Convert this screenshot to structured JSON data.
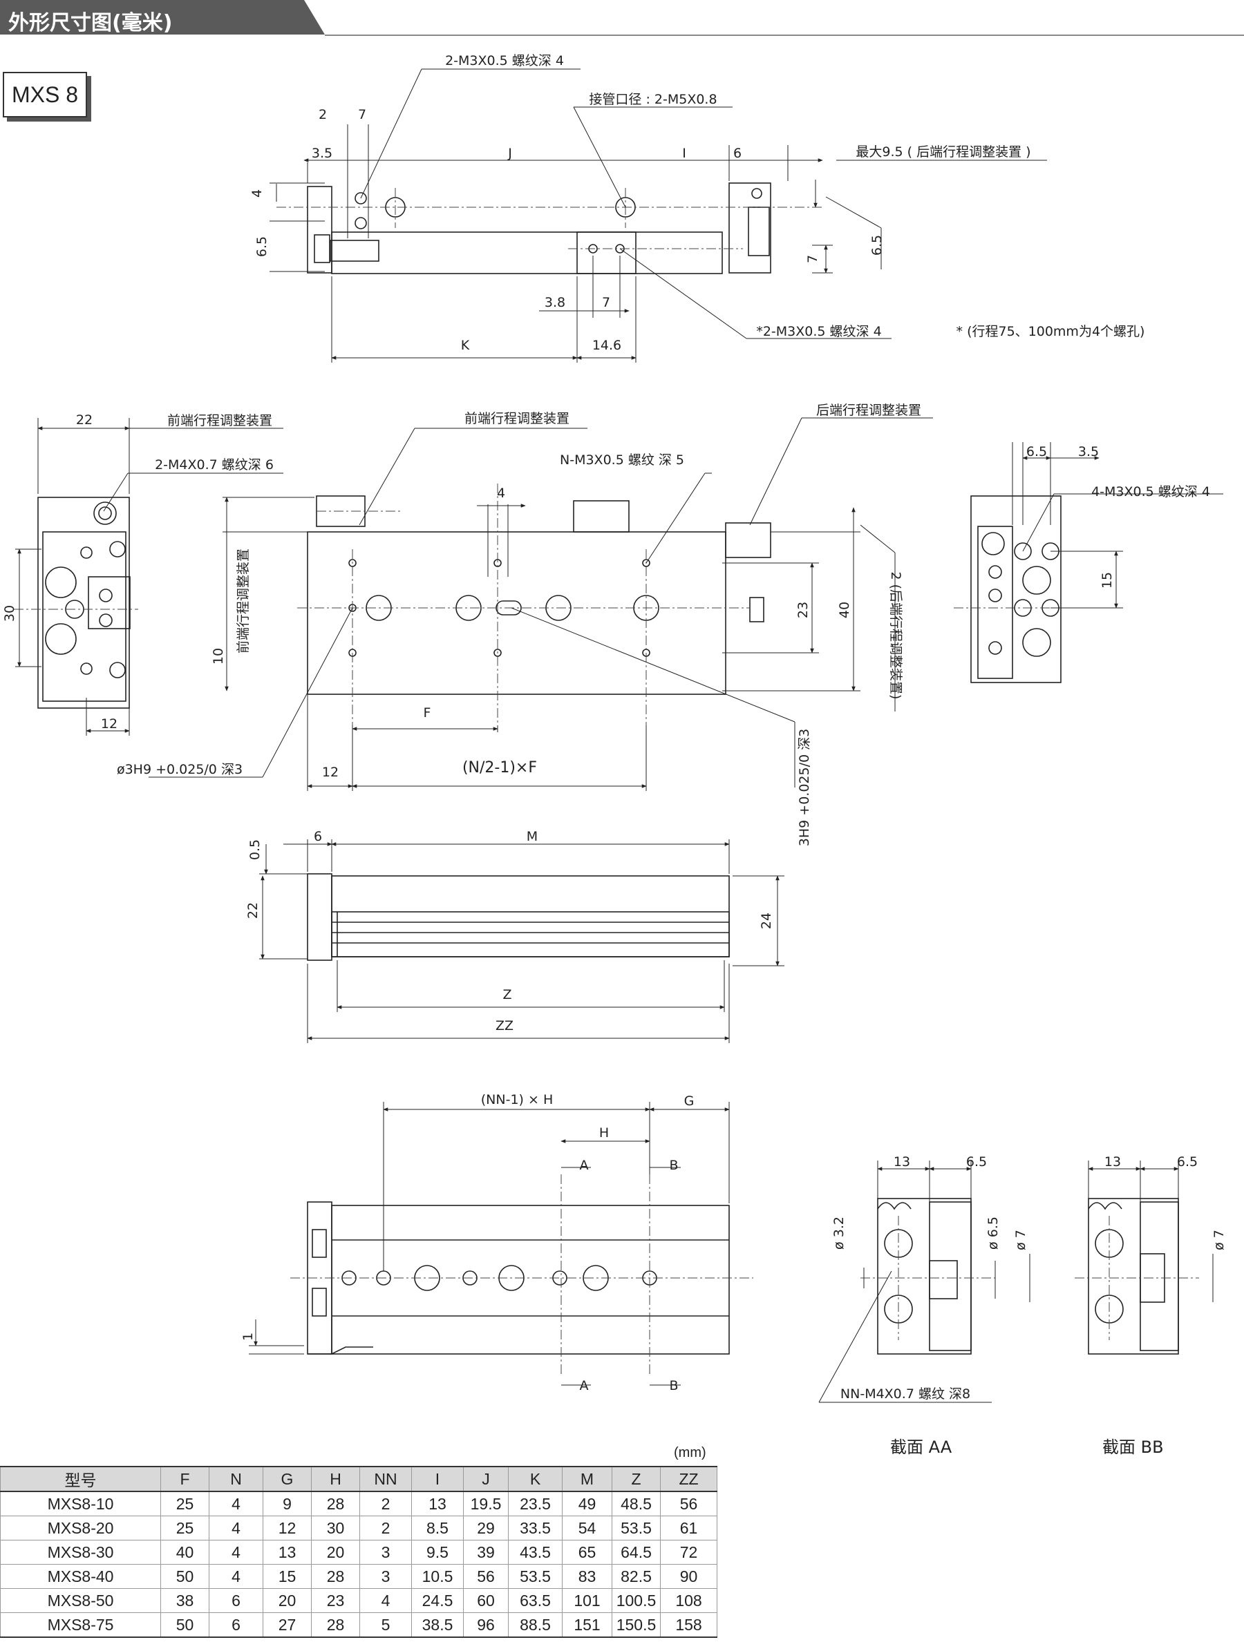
{
  "header": {
    "title": "外形尺寸图(毫米)"
  },
  "model": "MXS 8",
  "callouts": {
    "top_tap": "2-M3X0.5 螺纹深 4",
    "port": "接管口径 : 2-M5X0.8",
    "max_adj": "最大9.5 ( 后端行程调整装置 )",
    "bottom_tap": "*2-M3X0.5 螺纹深 4",
    "stroke_note": "* (行程75、100mm为4个螺孔)",
    "front_adj_a": "前端行程调整装置",
    "m4_tap": "2-M4X0.7 螺纹深 6",
    "front_adj_b": "前端行程调整装置",
    "n_tap": "N-M3X0.5 螺纹 深 5",
    "rear_adj": "后端行程调整装置",
    "m3_tap4": "4-M3X0.5 螺纹深 4",
    "front_adj_v": "前端行程调整装置",
    "rear_adj_v": "2 (后端行程调整装置)",
    "pin_left": "ø3H9 +0.025/0 深3",
    "pin_right": "3H9 +0.025/0 深3",
    "nn_tap": "NN-M4X0.7 螺纹 深8"
  },
  "dims": {
    "d2": "2",
    "d7a": "7",
    "d3_5a": "3.5",
    "J": "J",
    "I": "I",
    "d6a": "6",
    "d4": "4",
    "d6_5a": "6.5",
    "d6_5b": "6.5",
    "d7b": "7",
    "d3_8": "3.8",
    "d7c": "7",
    "K": "K",
    "d14_6": "14.6",
    "d22a": "22",
    "d30": "30",
    "d12a": "12",
    "d10": "10",
    "d4b": "4",
    "d23": "23",
    "d40": "40",
    "F": "F",
    "d12b": "12",
    "nf": "(N/2-1)×F",
    "d6_5c": "6.5",
    "d3_5b": "3.5",
    "d15": "15",
    "d0_5": "0.5",
    "d6b": "6",
    "M": "M",
    "d22b": "22",
    "d24": "24",
    "Z": "Z",
    "ZZ": "ZZ",
    "nnh": "(NN-1) × H",
    "G": "G",
    "H": "H",
    "A1": "A",
    "B1": "B",
    "A2": "A",
    "B2": "B",
    "d1": "1",
    "d13a": "13",
    "d6_5d": "6.5",
    "d3_2": "ø 3.2",
    "d6_5e": "ø 6.5",
    "d7d": "ø 7",
    "d13b": "13",
    "d6_5f": "6.5",
    "d7e": "ø 7"
  },
  "captions": {
    "section_aa": "截面 AA",
    "section_bb": "截面 BB"
  },
  "table": {
    "unit": "(mm)",
    "headers": [
      "型号",
      "F",
      "N",
      "G",
      "H",
      "NN",
      "I",
      "J",
      "K",
      "M",
      "Z",
      "ZZ"
    ],
    "rows": [
      [
        "MXS8-10",
        "25",
        "4",
        "9",
        "28",
        "2",
        "13",
        "19.5",
        "23.5",
        "49",
        "48.5",
        "56"
      ],
      [
        "MXS8-20",
        "25",
        "4",
        "12",
        "30",
        "2",
        "8.5",
        "29",
        "33.5",
        "54",
        "53.5",
        "61"
      ],
      [
        "MXS8-30",
        "40",
        "4",
        "13",
        "20",
        "3",
        "9.5",
        "39",
        "43.5",
        "65",
        "64.5",
        "72"
      ],
      [
        "MXS8-40",
        "50",
        "4",
        "15",
        "28",
        "3",
        "10.5",
        "56",
        "53.5",
        "83",
        "82.5",
        "90"
      ],
      [
        "MXS8-50",
        "38",
        "6",
        "20",
        "23",
        "4",
        "24.5",
        "60",
        "63.5",
        "101",
        "100.5",
        "108"
      ],
      [
        "MXS8-75",
        "50",
        "6",
        "27",
        "28",
        "5",
        "38.5",
        "96",
        "88.5",
        "151",
        "150.5",
        "158"
      ]
    ]
  }
}
